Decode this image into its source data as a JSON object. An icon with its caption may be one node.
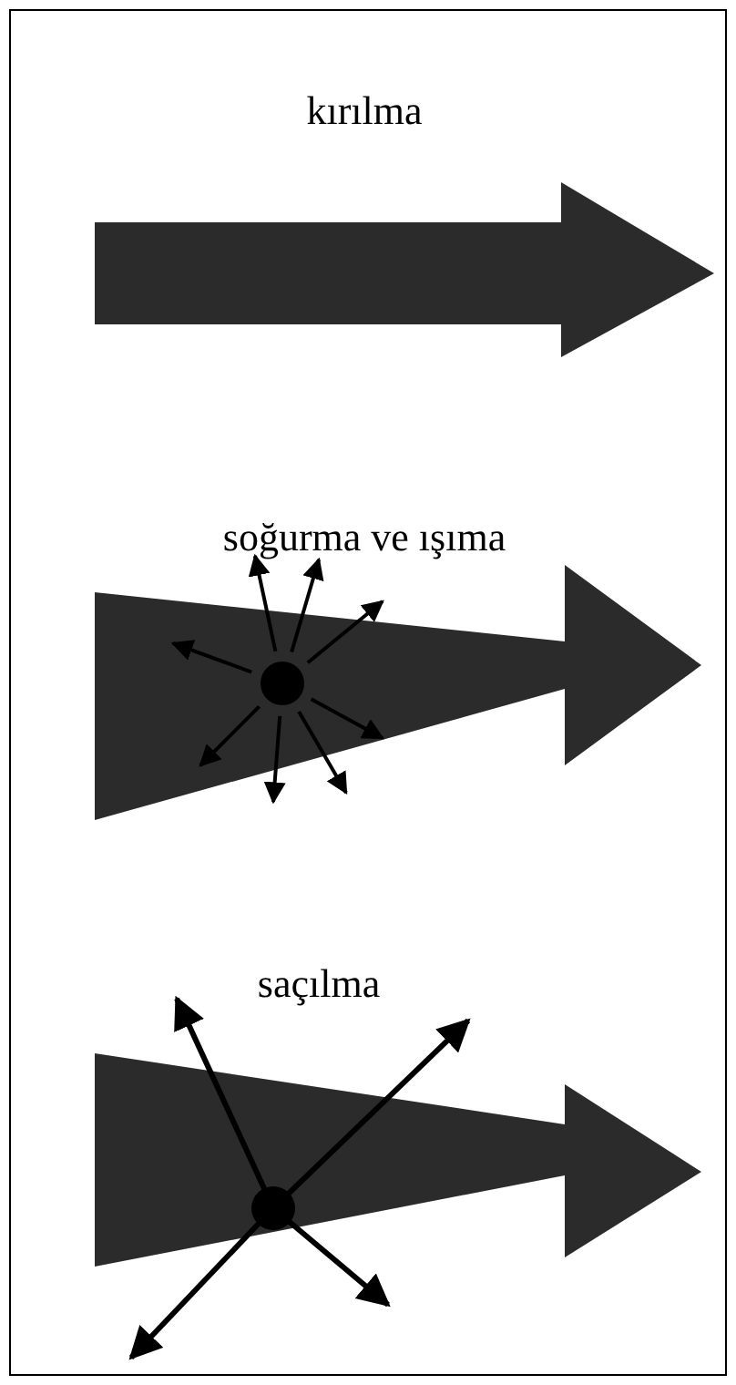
{
  "diagram": {
    "labels": [
      "kırılma",
      "soğurma ve ışıma",
      "saçılma"
    ]
  }
}
